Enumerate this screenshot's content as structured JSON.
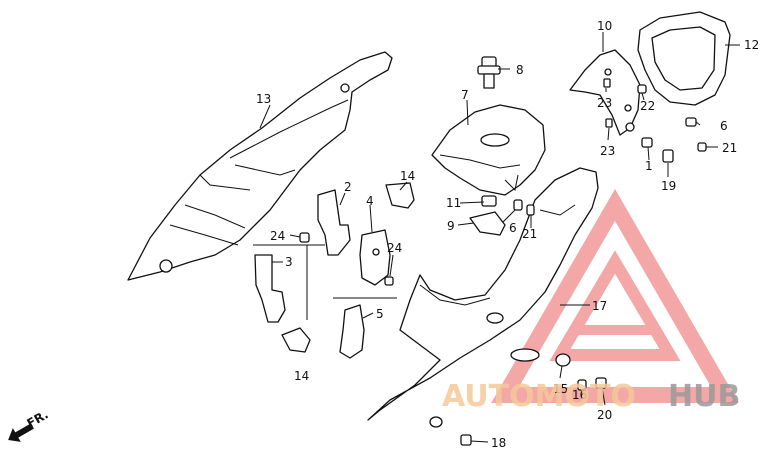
{
  "diagram": {
    "callouts": [
      {
        "id": "n1",
        "text": "1"
      },
      {
        "id": "n2",
        "text": "2"
      },
      {
        "id": "n3",
        "text": "3"
      },
      {
        "id": "n4",
        "text": "4"
      },
      {
        "id": "n5",
        "text": "5"
      },
      {
        "id": "n6a",
        "text": "6"
      },
      {
        "id": "n6b",
        "text": "6"
      },
      {
        "id": "n7",
        "text": "7"
      },
      {
        "id": "n8",
        "text": "8"
      },
      {
        "id": "n9",
        "text": "9"
      },
      {
        "id": "n10",
        "text": "10"
      },
      {
        "id": "n11",
        "text": "11"
      },
      {
        "id": "n12",
        "text": "12"
      },
      {
        "id": "n13",
        "text": "13"
      },
      {
        "id": "n14a",
        "text": "14"
      },
      {
        "id": "n14b",
        "text": "14"
      },
      {
        "id": "n15",
        "text": "15"
      },
      {
        "id": "n16",
        "text": "16"
      },
      {
        "id": "n17",
        "text": "17"
      },
      {
        "id": "n18",
        "text": "18"
      },
      {
        "id": "n19",
        "text": "19"
      },
      {
        "id": "n20",
        "text": "20"
      },
      {
        "id": "n21a",
        "text": "21"
      },
      {
        "id": "n21b",
        "text": "21"
      },
      {
        "id": "n22",
        "text": "22"
      },
      {
        "id": "n23a",
        "text": "23"
      },
      {
        "id": "n23b",
        "text": "23"
      },
      {
        "id": "n24a",
        "text": "24"
      },
      {
        "id": "n24b",
        "text": "24"
      }
    ],
    "direction_label": "FR.",
    "watermark": {
      "text_part1": "AUTOMOTO",
      "text_part2": "HUB",
      "color_part1": "#f5c99a",
      "color_part2": "#9a9a9a",
      "logo_color": "#f08a8a"
    }
  }
}
